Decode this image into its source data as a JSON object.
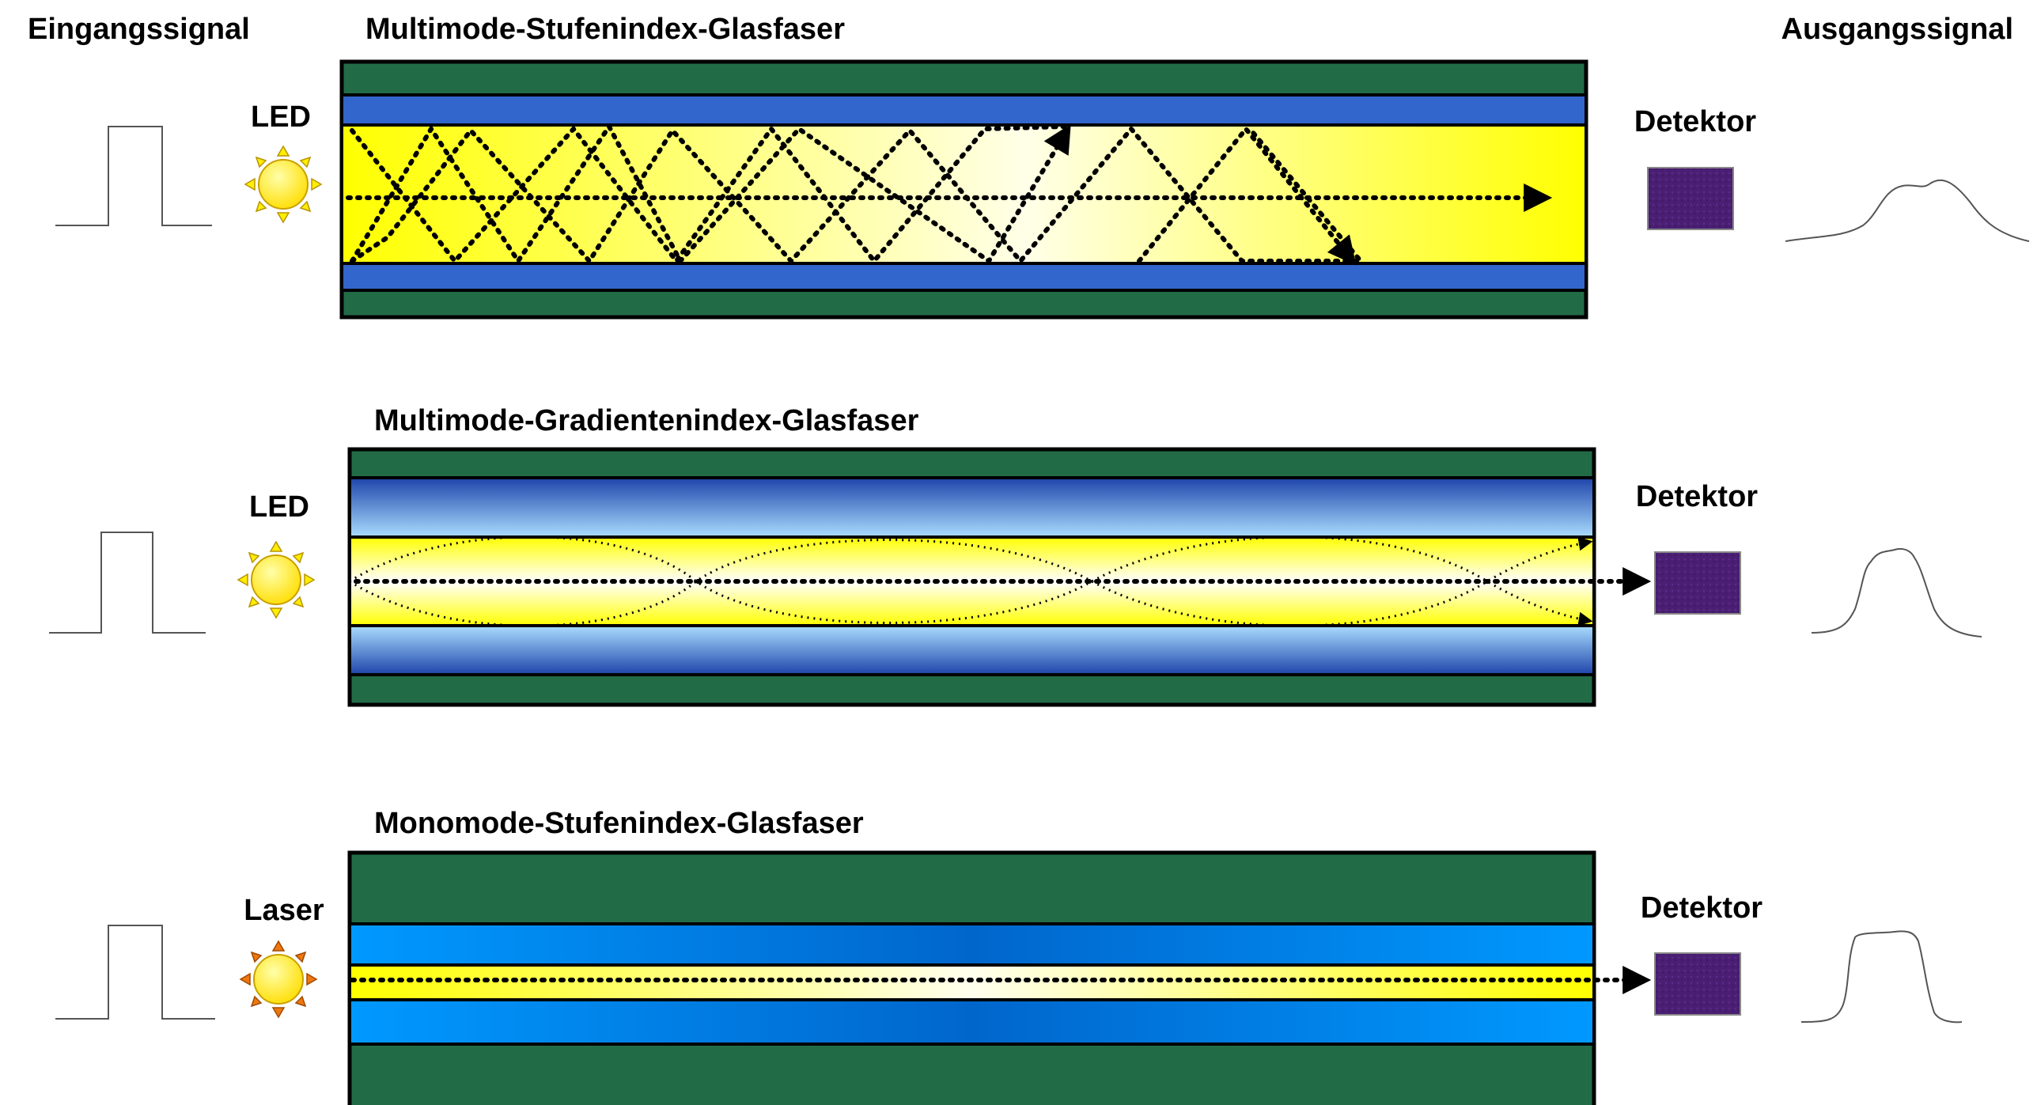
{
  "header": {
    "input_signal": "Eingangssignal",
    "output_signal": "Ausgangssignal"
  },
  "fibers": [
    {
      "title": "Multimode-Stufenindex-Glasfaser",
      "source": "LED",
      "detector": "Detektor"
    },
    {
      "title": "Multimode-Gradientenindex-Glasfaser",
      "source": "LED",
      "detector": "Detektor"
    },
    {
      "title": "Monomode-Stufenindex-Glasfaser",
      "source": "Laser",
      "detector": "Detektor"
    }
  ],
  "colors": {
    "cladding_outer": "#226b47",
    "cladding_blue": "#3366cc",
    "cladding_light_blue": "#0088ee",
    "core": "#ffff00",
    "detector": "#4a1f73",
    "led_ray": "#ffee00",
    "laser_ray": "#ee7711"
  },
  "icons": {
    "light_source": "sun-icon",
    "detector": "detector-square-icon"
  }
}
